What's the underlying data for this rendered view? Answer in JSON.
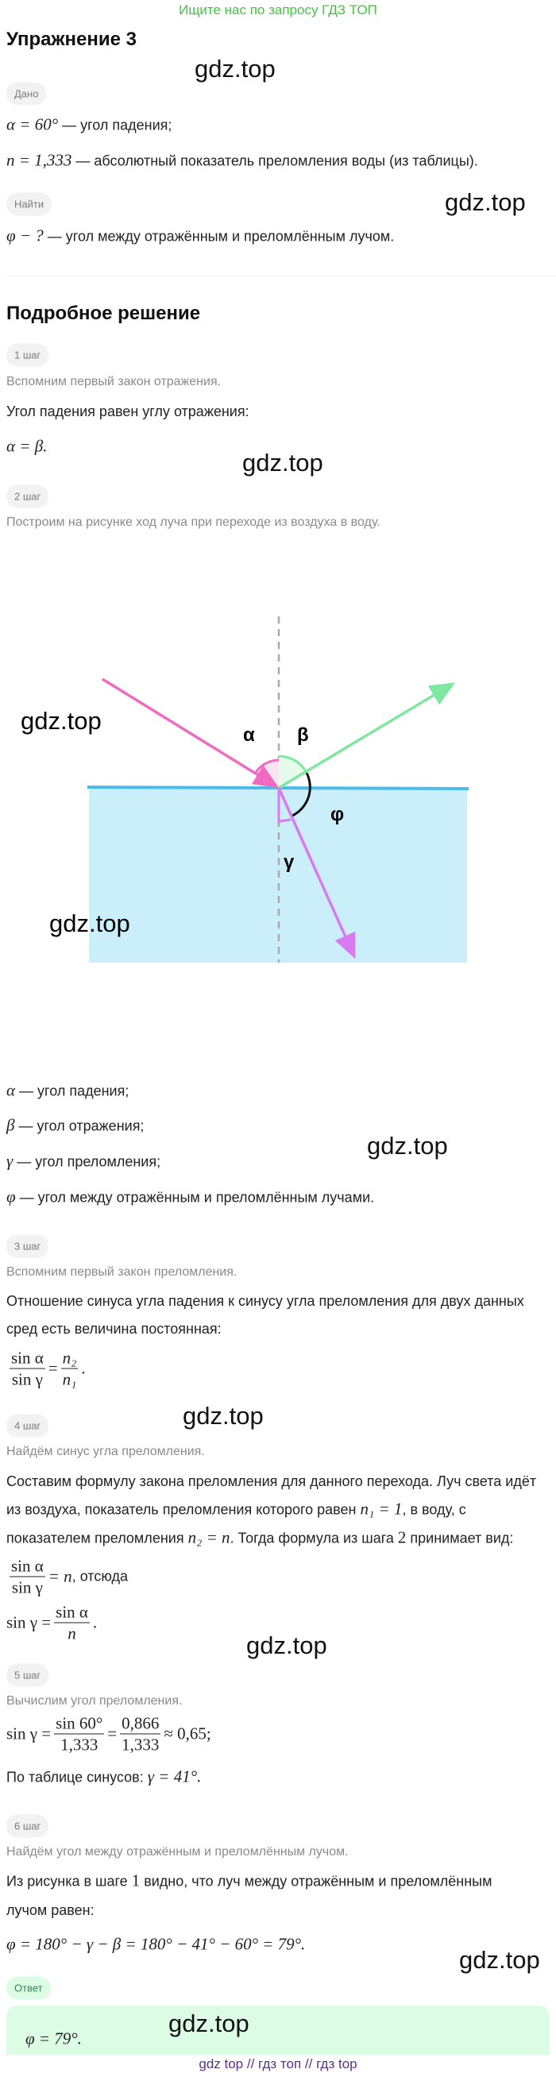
{
  "banner": "Ищите нас по запросу ГДЗ ТОП",
  "watermark": "gdz.top",
  "title": "Упражнение 3",
  "given": {
    "badge": "Дано",
    "lines": [
      {
        "math": "α = 60°",
        "text": " — угол падения;"
      },
      {
        "math": "n = 1,333",
        "text": " — абсолютный показатель преломления воды (из таблицы)."
      }
    ]
  },
  "find": {
    "badge": "Найти",
    "line": {
      "math": "φ − ?",
      "text": " — угол между отражённым и преломлённым лучом."
    }
  },
  "solution": {
    "title": "Подробное решение",
    "step1": {
      "badge": "1 шаг",
      "desc": "Вспомним первый закон отражения.",
      "text": "Угол падения равен углу отражения:",
      "math": "α = β."
    },
    "step2": {
      "badge": "2 шаг",
      "desc": "Построим на рисунке ход луча при переходе из воздуха в воду."
    },
    "diagram": {
      "labels": {
        "alpha": "α",
        "beta": "β",
        "phi": "φ",
        "gamma": "γ"
      },
      "colors": {
        "incident": "#f06bbf",
        "reflected": "#7ee8a0",
        "refracted": "#d97af0",
        "water": "#cbeefb",
        "surface": "#4bbce9",
        "normal": "#aaaaaa"
      }
    },
    "legend": [
      {
        "math": "α",
        "text": " — угол падения;"
      },
      {
        "math": "β",
        "text": " — угол отражения;"
      },
      {
        "math": "γ",
        "text": " — угол преломления;"
      },
      {
        "math": "φ",
        "text": " — угол между отражённым и преломлённым лучами."
      }
    ],
    "step3": {
      "badge": "3 шаг",
      "desc": "Вспомним первый закон преломления.",
      "text1": "Отношение синуса угла падения к синусу угла преломления для двух данных",
      "text2": "сред есть величина постоянная:",
      "frac1_num": "sin α",
      "frac1_den": "sin γ",
      "eq": "=",
      "frac2_num": "n₂",
      "frac2_den": "n₁",
      "end": "."
    },
    "step4": {
      "badge": "4 шаг",
      "desc": "Найдём синус угла преломления.",
      "text1": "Составим формулу закона преломления для данного перехода. Луч света идёт",
      "text2a": "из воздуха, показатель преломления которого равен ",
      "math2": "n₁ = 1",
      "text2b": ", в воду, с",
      "text3a": "показателем преломления ",
      "math3": "n₂ = n",
      "text3b": ". Тогда формула из шага ",
      "math3b": "2",
      "text3c": " принимает вид:",
      "f1_num": "sin α",
      "f1_den": "sin γ",
      "f1_rhs": "= n",
      "f1_text": ", отсюда",
      "f2_lhs": "sin γ =",
      "f2_num": "sin α",
      "f2_den": "n",
      "f2_end": "."
    },
    "step5": {
      "badge": "5 шаг",
      "desc": "Вычислим угол преломления.",
      "lhs": "sin γ =",
      "n1": "sin 60°",
      "d1": "1,333",
      "eq": "=",
      "n2": "0,866",
      "d2": "1,333",
      "rhs": "≈ 0,65;",
      "table_text": "По таблице синусов: ",
      "table_math": "γ = 41°."
    },
    "step6": {
      "badge": "6 шаг",
      "desc": "Найдём угол между отражённым и преломлённым лучом.",
      "text1a": "Из рисунка в шаге ",
      "text1m": "1",
      "text1b": " видно, что луч между отражённым и преломлённым",
      "text2": "лучом равен:",
      "math": "φ = 180° − γ − β = 180° − 41° − 60° = 79°."
    }
  },
  "answer": {
    "badge": "Ответ",
    "math": "φ = 79°."
  },
  "footer": {
    "links": [
      "gdz top",
      "гдз топ",
      "гдз top"
    ],
    "sep": "//"
  }
}
